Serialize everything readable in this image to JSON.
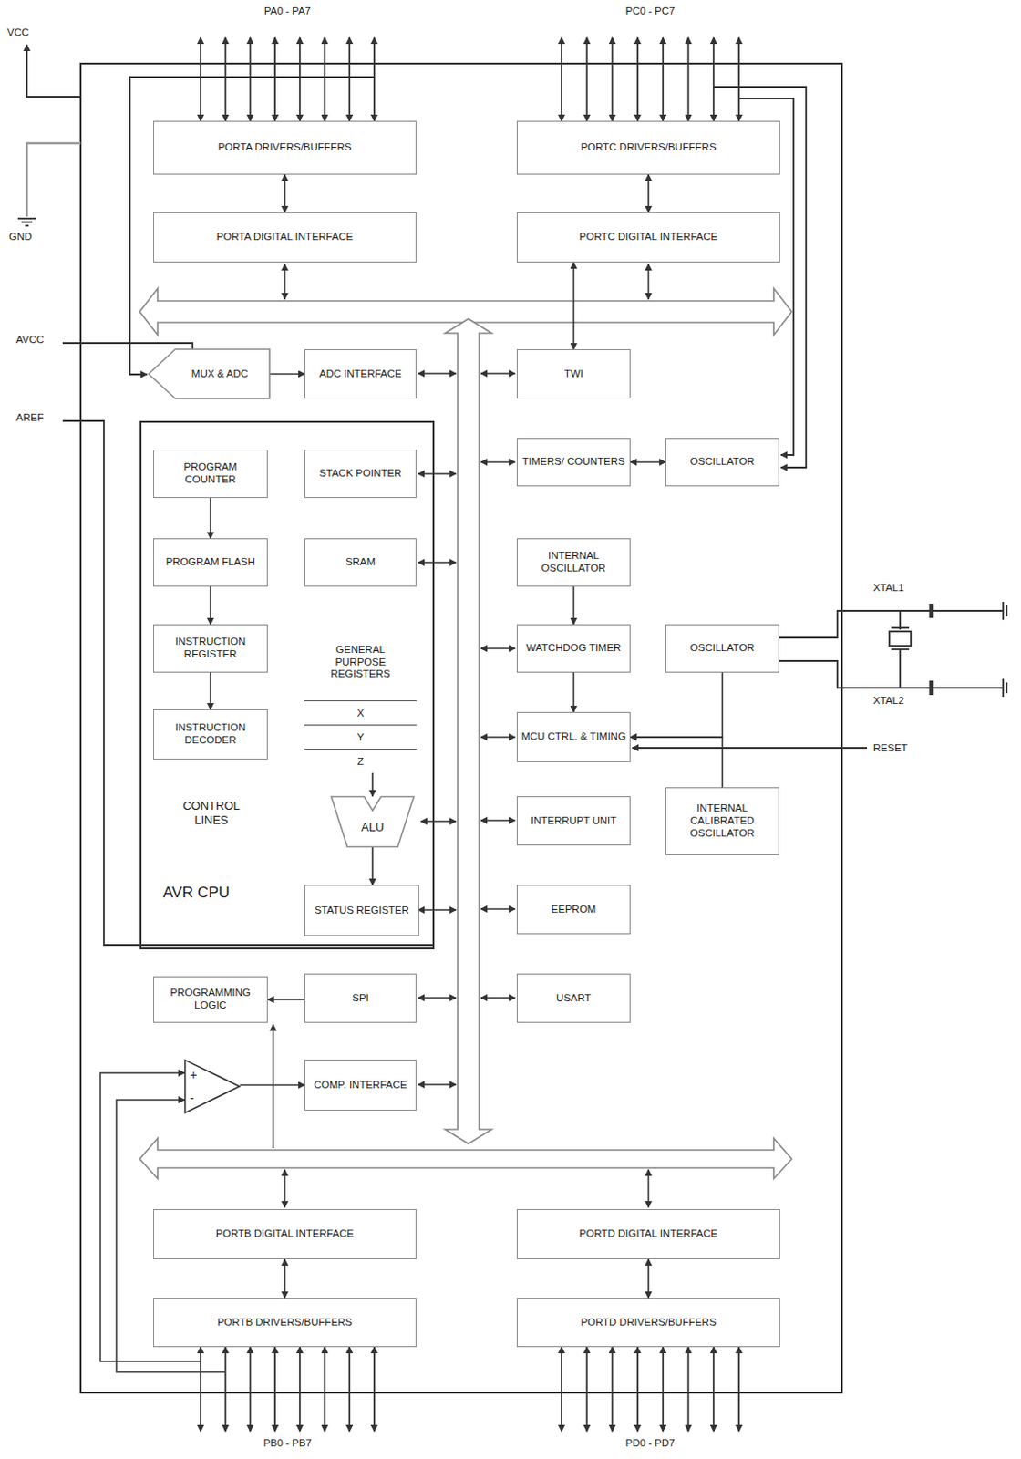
{
  "diagram": {
    "nodes": [
      {
        "text": [
          "PORTA DRIVERS/BUFFERS"
        ]
      },
      {
        "text": [
          "PORTC DRIVERS/BUFFERS"
        ]
      },
      {
        "text": [
          "PORTA DIGITAL INTERFACE"
        ]
      },
      {
        "text": [
          "PORTC DIGITAL INTERFACE"
        ]
      },
      {
        "text": [
          "MUX & ADC"
        ]
      },
      {
        "text": [
          "ADC INTERFACE"
        ]
      },
      {
        "text": [
          "TWI"
        ]
      },
      {
        "text": [
          "AVR CPU"
        ]
      },
      {
        "text": [
          "PROGRAM COUNTER"
        ],
        "in": 7
      },
      {
        "text": [
          "STACK POINTER"
        ],
        "in": 7
      },
      {
        "text": [
          "TIMERS/ COUNTERS"
        ]
      },
      {
        "text": [
          "OSCILLATOR"
        ]
      },
      {
        "text": [
          "PROGRAM FLASH"
        ],
        "in": 7
      },
      {
        "text": [
          "SRAM"
        ],
        "in": 7
      },
      {
        "text": [
          "INTERNAL OSCILLATOR"
        ]
      },
      {
        "text": [
          "INSTRUCTION REGISTER"
        ],
        "in": 7
      },
      {
        "text": [
          "GENERAL PURPOSE REGISTERS",
          "X",
          "Y",
          "Z"
        ],
        "in": 7
      },
      {
        "text": [
          "WATCHDOG TIMER"
        ]
      },
      {
        "text": [
          "OSCILLATOR"
        ]
      },
      {
        "text": [
          "INSTRUCTION DECODER"
        ],
        "in": 7
      },
      {
        "text": [
          "MCU CTRL. & TIMING"
        ]
      },
      {
        "text": [
          "INTERNAL CALIBRATED OSCILLATOR"
        ]
      },
      {
        "text": [
          "ALU"
        ],
        "in": 7
      },
      {
        "text": [
          "INTERRUPT UNIT"
        ]
      },
      {
        "text": [
          "STATUS REGISTER"
        ],
        "in": 7
      },
      {
        "text": [
          "EEPROM"
        ]
      },
      {
        "text": [
          "PROGRAMMING LOGIC"
        ]
      },
      {
        "text": [
          "SPI"
        ]
      },
      {
        "text": [
          "USART"
        ]
      },
      {
        "text": [
          "+",
          "-"
        ]
      },
      {
        "text": [
          "COMP. INTERFACE"
        ]
      },
      {
        "text": [
          "PORTB DIGITAL INTERFACE"
        ]
      },
      {
        "text": [
          "PORTD DIGITAL INTERFACE"
        ]
      },
      {
        "text": [
          "PORTB DRIVERS/BUFFERS"
        ]
      },
      {
        "text": [
          "PORTD DRIVERS/BUFFERS"
        ]
      }
    ],
    "edges": [
      {
        "from": 2,
        "to": 0,
        "arrow": "both"
      },
      {
        "from": 3,
        "to": 1,
        "arrow": "both"
      },
      {
        "from": 3,
        "to": 6,
        "arrow": "both"
      },
      {
        "from": 4,
        "to": 5,
        "arrow": "to"
      },
      {
        "from": 10,
        "to": 11,
        "arrow": "both"
      },
      {
        "from": 8,
        "to": 12,
        "arrow": "to"
      },
      {
        "from": 12,
        "to": 15,
        "arrow": "to"
      },
      {
        "from": 15,
        "to": 19,
        "arrow": "to"
      },
      {
        "from": 16,
        "to": 22,
        "arrow": "to"
      },
      {
        "from": 22,
        "to": 24,
        "arrow": "to"
      },
      {
        "from": 14,
        "to": 17,
        "arrow": "to"
      },
      {
        "from": 17,
        "to": 20,
        "arrow": "to"
      },
      {
        "from": 18,
        "to": 20,
        "arrow": "to"
      },
      {
        "from": 21,
        "to": 20,
        "arrow": "to"
      },
      {
        "from": 27,
        "to": 26,
        "arrow": "to"
      },
      {
        "from": 29,
        "to": 30,
        "arrow": "to"
      },
      {
        "from": 31,
        "to": 33,
        "arrow": "both"
      },
      {
        "from": 32,
        "to": 34,
        "arrow": "both"
      }
    ],
    "labels": [
      "PA0 - PA7",
      "PC0 - PC7",
      "VCC",
      "GND",
      "AVCC",
      "AREF",
      "CONTROL LINES",
      "XTAL1",
      "XTAL2",
      "RESET",
      "PB0 - PB7",
      "PD0 - PD7"
    ]
  }
}
